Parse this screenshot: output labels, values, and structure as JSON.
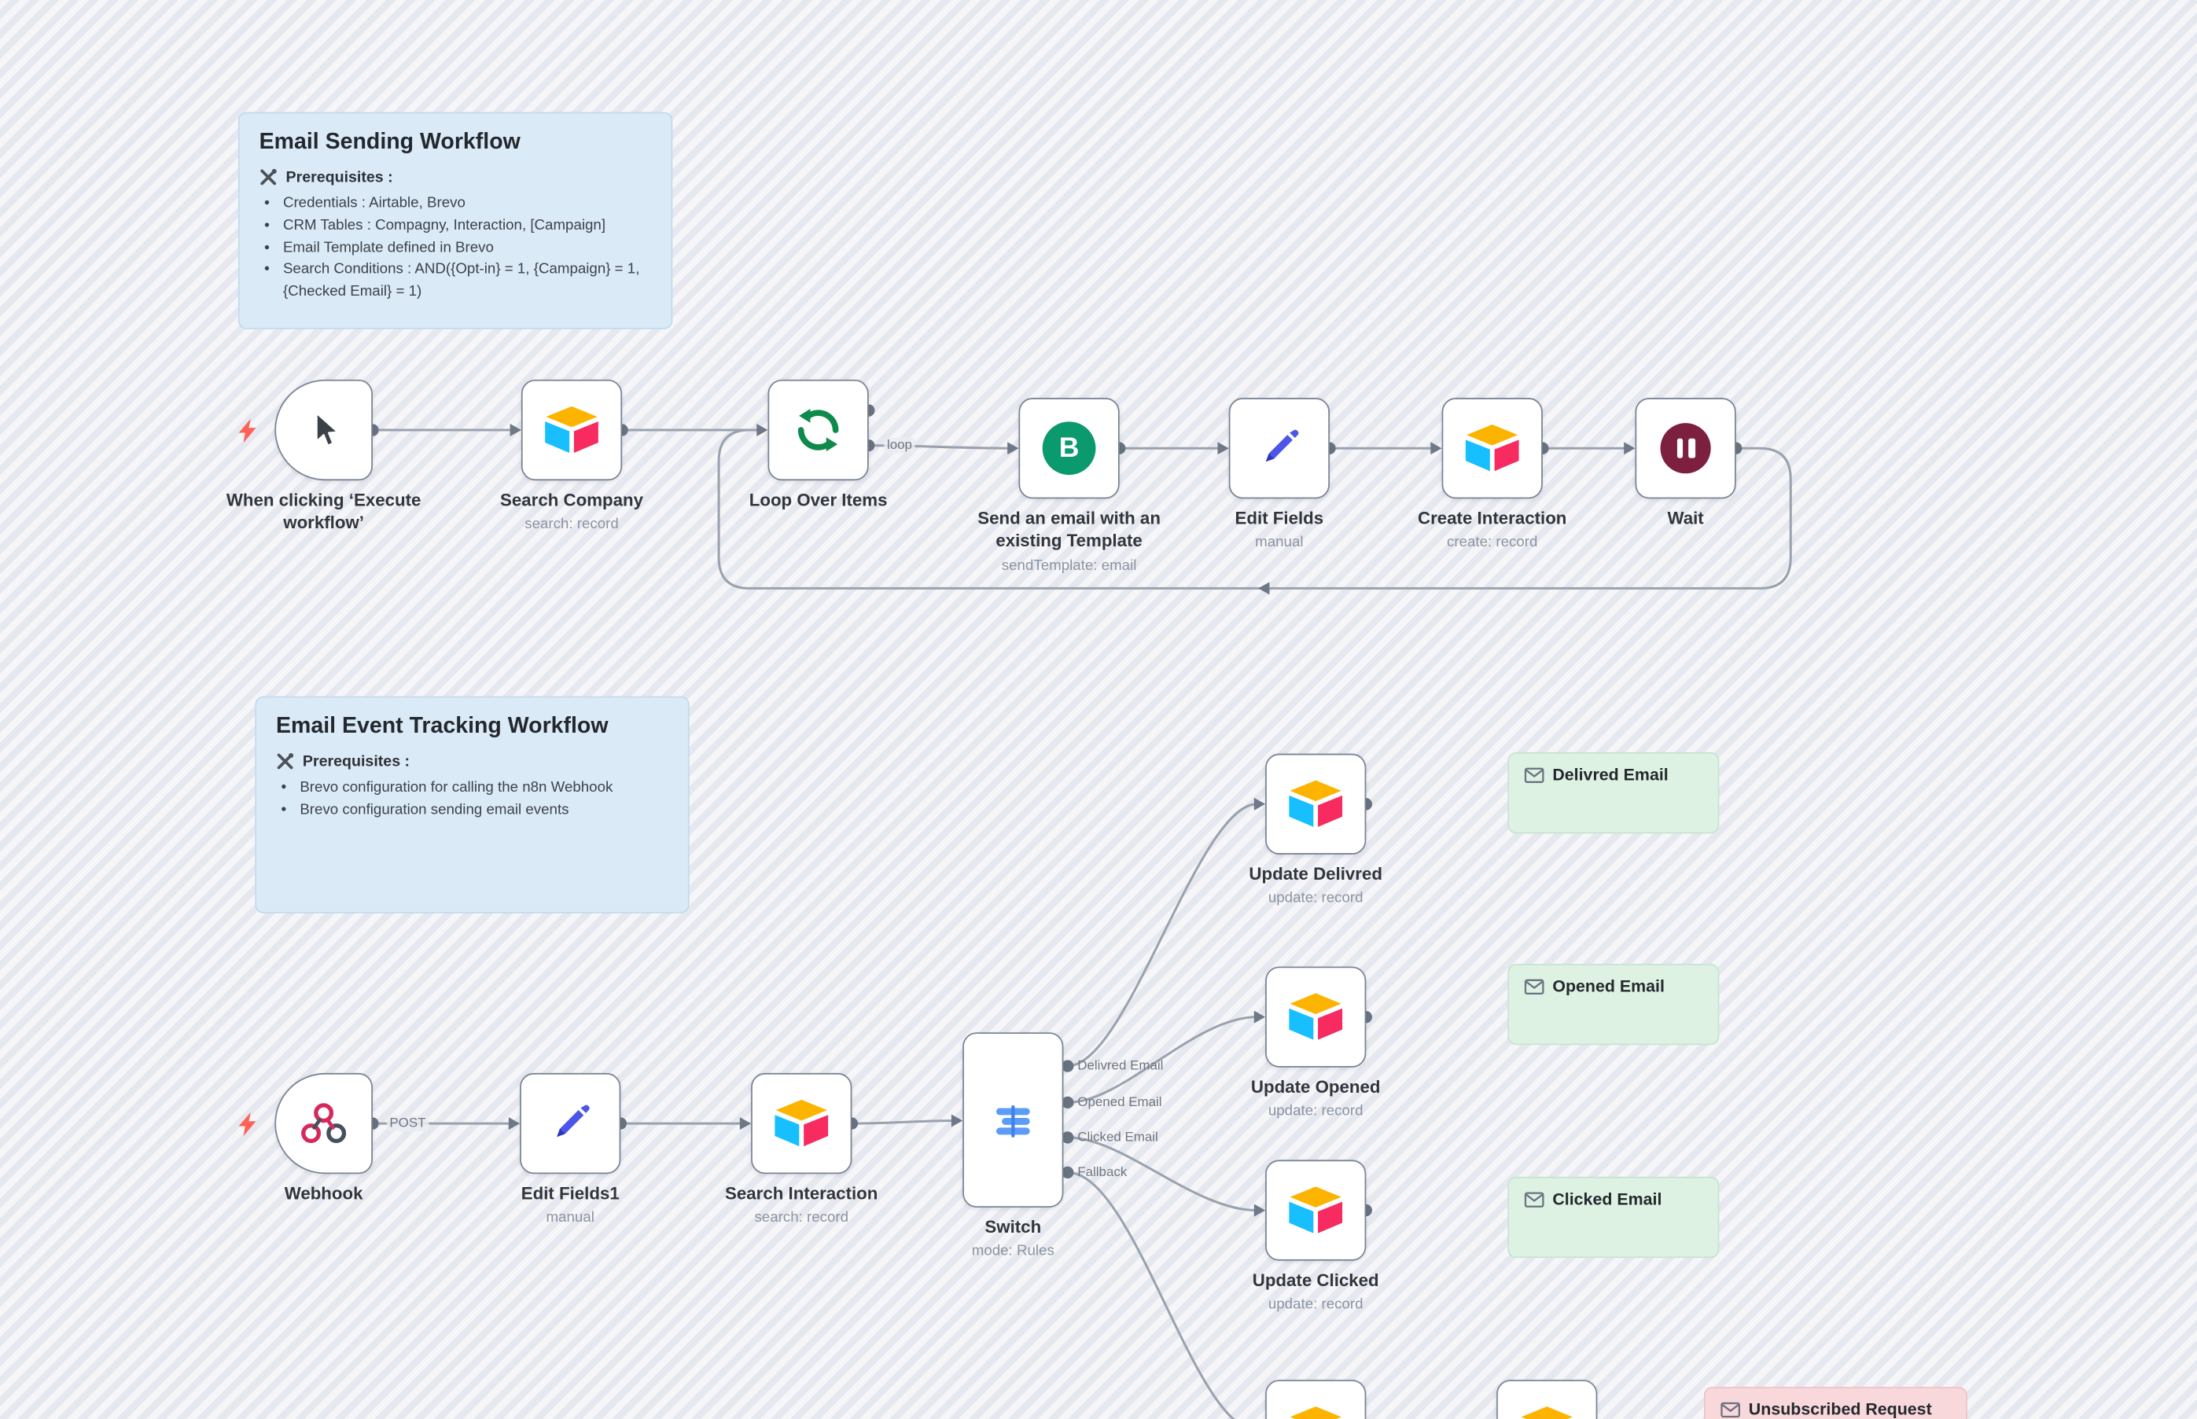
{
  "colors": {
    "canvas_bg": "#eaecf2",
    "sticky_blue": "#dbeaf7",
    "sticky_green": "#def2e4",
    "sticky_pink": "#f9d8dc",
    "airtable_yellow": "#fcb400",
    "airtable_blue": "#18bfff",
    "airtable_pink": "#f82b60",
    "brevo_green": "#0b996e",
    "loop_green": "#0e8a4a",
    "pencil_blue": "#4d55e8",
    "wait_maroon": "#7d2040",
    "webhook_pink": "#d5295b",
    "switch_blue": "#5b9cf8",
    "trigger_bolt": "#ff6156"
  },
  "icons": {
    "brevo_letter": "B"
  },
  "workflow1": {
    "sticky": {
      "title": "Email Sending Workflow",
      "prereq_label": "Prerequisites :",
      "bullets": [
        "Credentials : Airtable, Brevo",
        "CRM Tables : Compagny, Interaction, [Campaign]",
        "Email Template defined in Brevo",
        "Search Conditions : AND({Opt-in} = 1, {Campaign} = 1, {Checked Email} = 1)"
      ]
    },
    "nodes": {
      "trigger": {
        "label": "When clicking ‘Execute workflow’"
      },
      "search_company": {
        "label": "Search Company",
        "sub": "search: record"
      },
      "loop_over_items": {
        "label": "Loop Over Items"
      },
      "send_email": {
        "label": "Send an email with an existing Template",
        "sub": "sendTemplate: email"
      },
      "edit_fields": {
        "label": "Edit Fields",
        "sub": "manual"
      },
      "create_interaction": {
        "label": "Create Interaction",
        "sub": "create: record"
      },
      "wait": {
        "label": "Wait"
      }
    },
    "edge_labels": {
      "loop": "loop"
    }
  },
  "workflow2": {
    "sticky": {
      "title": "Email Event Tracking Workflow",
      "prereq_label": "Prerequisites :",
      "bullets": [
        "Brevo configuration for calling the n8n Webhook",
        "Brevo configuration sending email events"
      ]
    },
    "nodes": {
      "webhook": {
        "label": "Webhook"
      },
      "edit_fields1": {
        "label": "Edit Fields1",
        "sub": "manual"
      },
      "search_interaction": {
        "label": "Search Interaction",
        "sub": "search: record"
      },
      "switch": {
        "label": "Switch",
        "sub": "mode: Rules",
        "outputs": [
          "Delivred Email",
          "Opened Email",
          "Clicked Email",
          "Fallback"
        ]
      },
      "update_delivred": {
        "label": "Update Delivred",
        "sub": "update: record"
      },
      "update_opened": {
        "label": "Update Opened",
        "sub": "update: record"
      },
      "update_clicked": {
        "label": "Update Clicked",
        "sub": "update: record"
      }
    },
    "edge_labels": {
      "post": "POST"
    },
    "stickies": {
      "delivred": {
        "title": "Delivred Email"
      },
      "opened": {
        "title": "Opened Email"
      },
      "clicked": {
        "title": "Clicked Email"
      },
      "unsubscribed": {
        "title": "Unsubscribed Request"
      }
    }
  }
}
